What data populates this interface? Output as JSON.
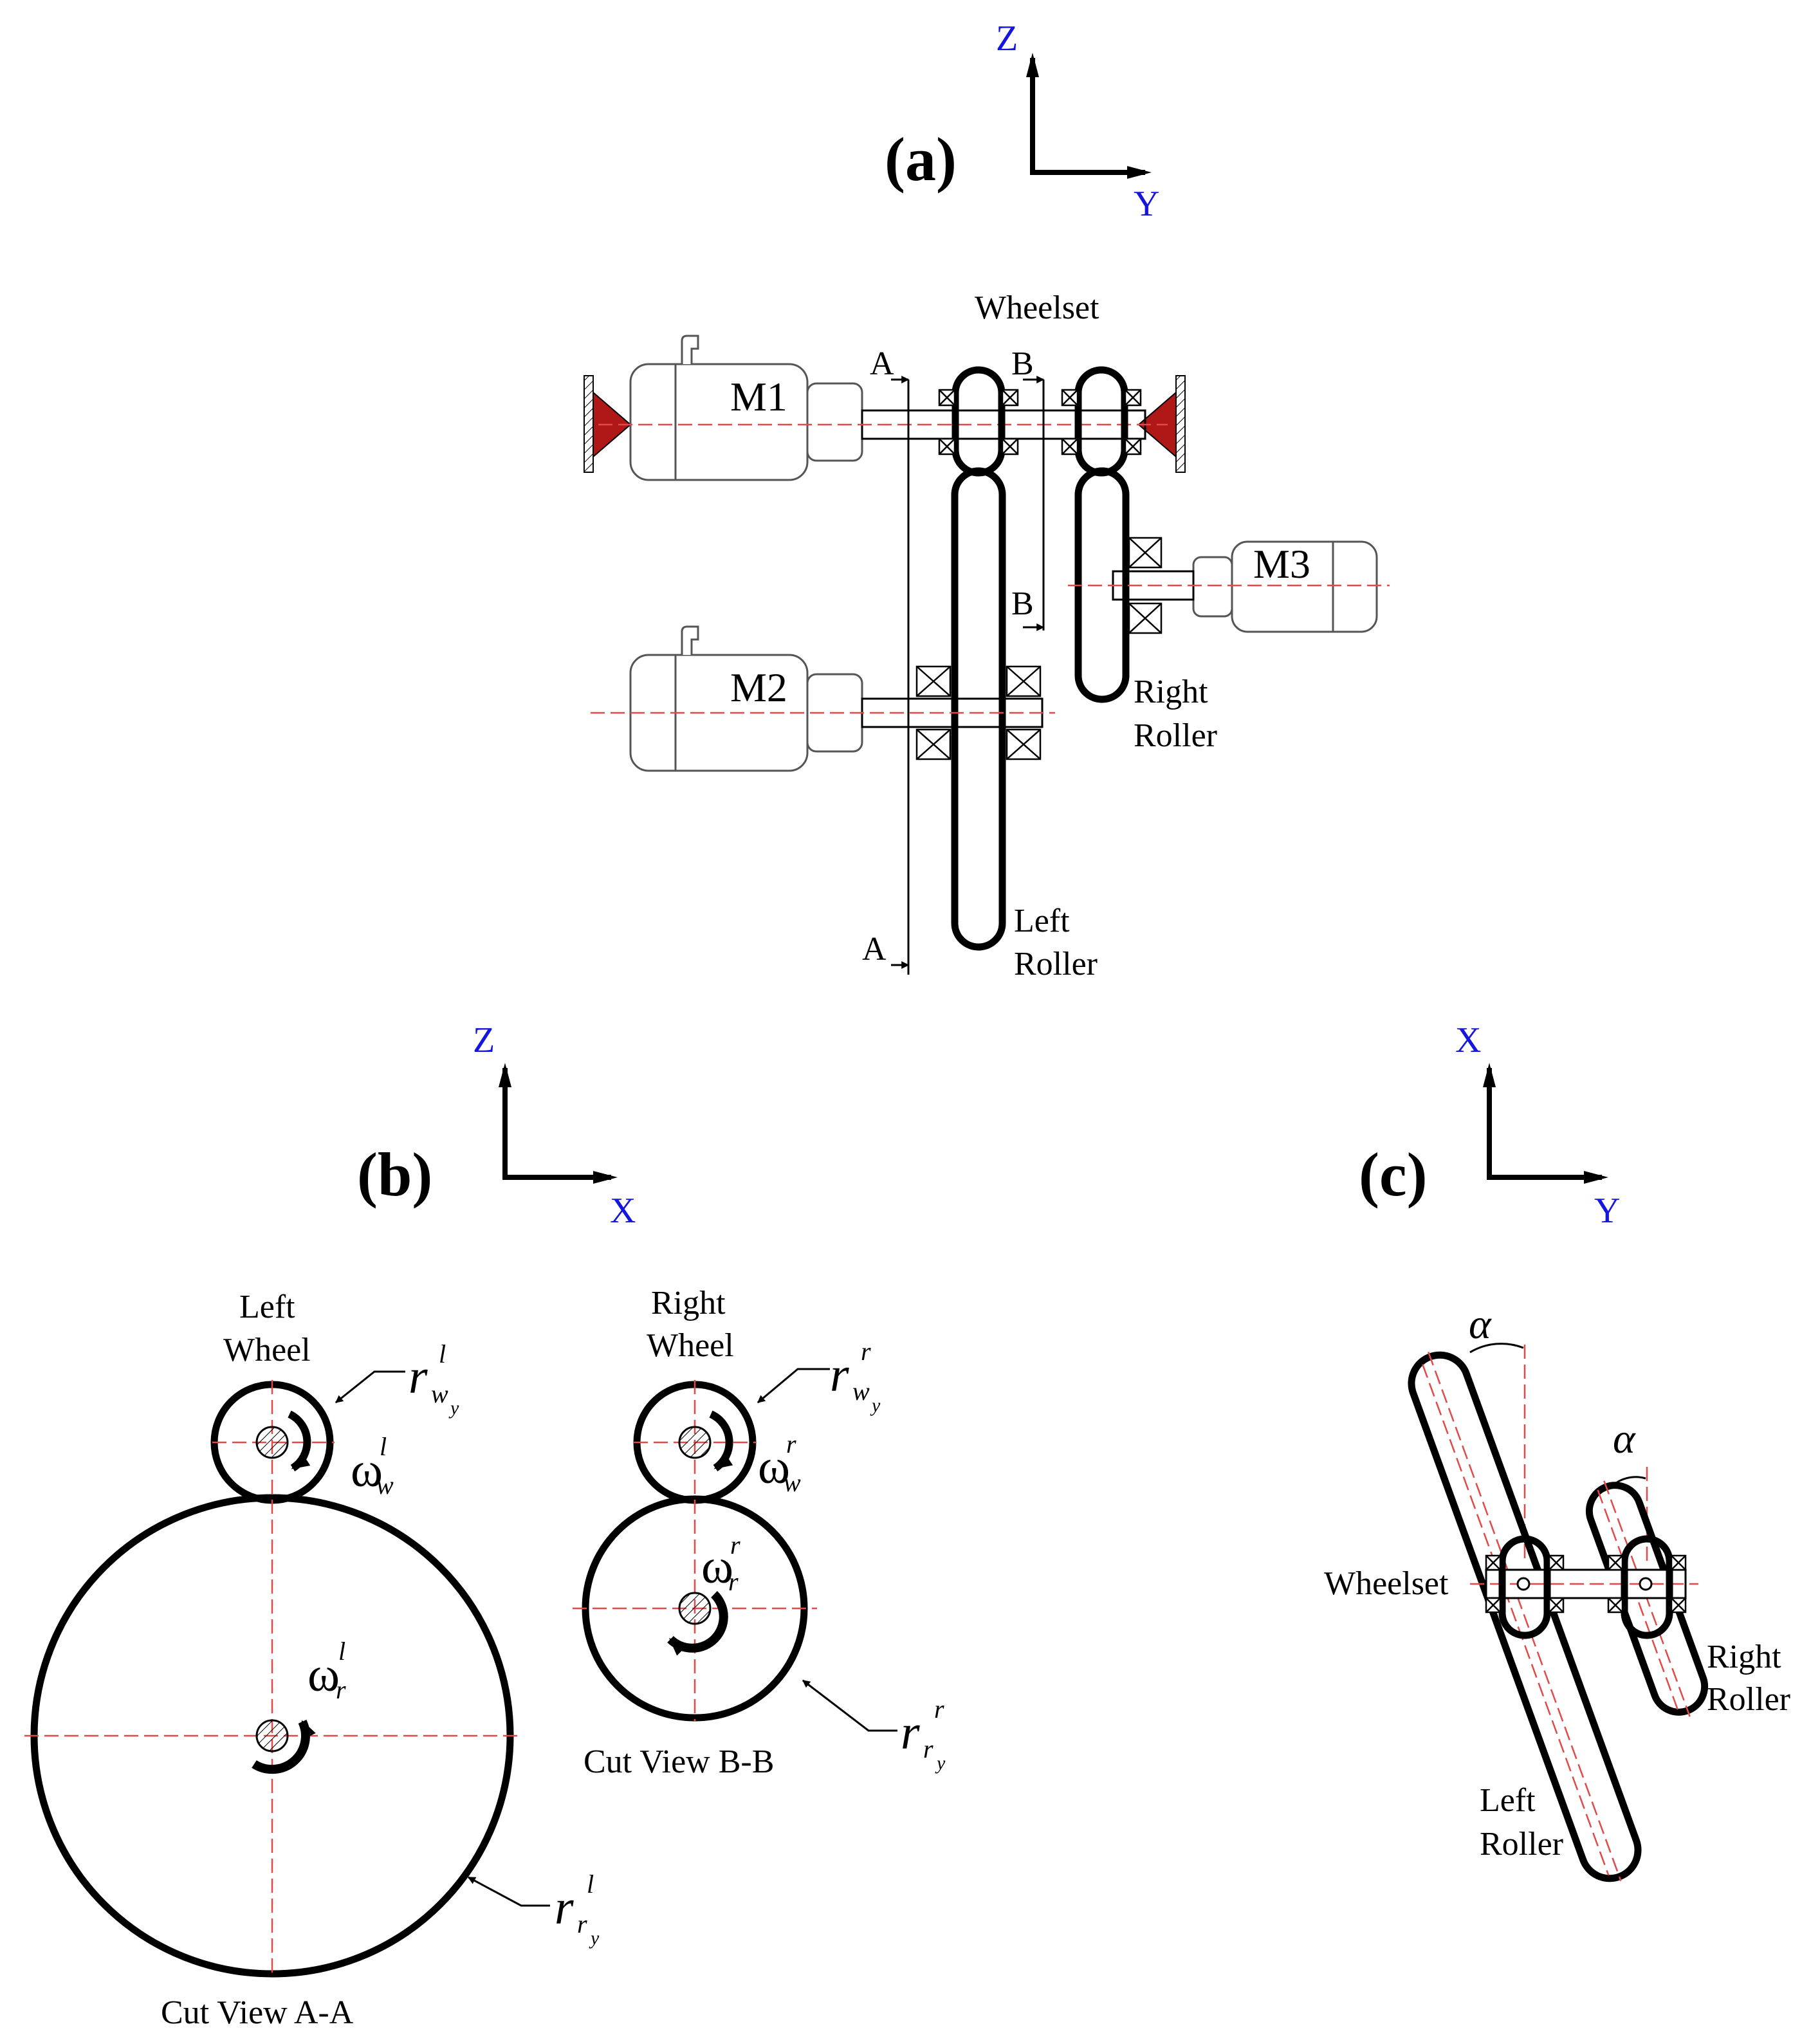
{
  "panel_a": {
    "label": "(a)",
    "axis_up": "Z",
    "axis_right": "Y",
    "wheelset": "Wheelset",
    "motor1": "M1",
    "motor2": "M2",
    "motor3": "M3",
    "section_a": "A",
    "section_b": "B",
    "right_roller_1": "Right",
    "right_roller_2": "Roller",
    "left_roller_1": "Left",
    "left_roller_2": "Roller"
  },
  "panel_b": {
    "label": "(b)",
    "axis_up": "Z",
    "axis_right": "X",
    "left_wheel_1": "Left",
    "left_wheel_2": "Wheel",
    "right_wheel_1": "Right",
    "right_wheel_2": "Wheel",
    "radius_symbol": "r",
    "omega_symbol": "ω",
    "sub_w": "w",
    "sub_r": "r",
    "sub_y": "y",
    "sup_l": "l",
    "sup_r": "r",
    "cut_a": "Cut View A-A",
    "cut_b": "Cut View B-B"
  },
  "panel_c": {
    "label": "(c)",
    "axis_up": "X",
    "axis_right": "Y",
    "alpha": "α",
    "wheelset": "Wheelset",
    "right_roller_1": "Right",
    "right_roller_2": "Roller",
    "left_roller_1": "Left",
    "left_roller_2": "Roller"
  }
}
